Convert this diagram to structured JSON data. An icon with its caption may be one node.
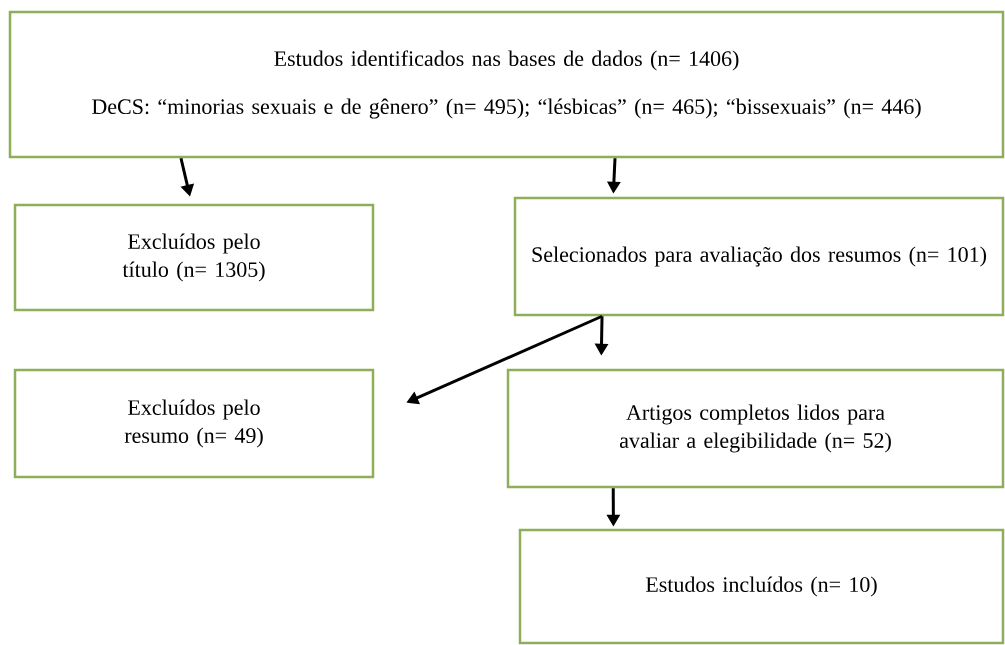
{
  "diagram": {
    "nodes": [
      {
        "text": [
          "Estudos identificados nas bases de dados (n= 1406)",
          "DeCS: “minorias sexuais e de gênero” (n= 495); “lésbicas” (n= 465); “bissexuais” (n= 446)"
        ]
      },
      {
        "text": [
          "Excluídos pelo título (n= 1305)"
        ]
      },
      {
        "text": [
          "Selecionados para avaliação dos resumos (n= 101)"
        ]
      },
      {
        "text": [
          "Excluídos pelo resumo (n= 49)"
        ]
      },
      {
        "text": [
          "Artigos completos lidos para avaliar a elegibilidade (n= 52)"
        ]
      },
      {
        "text": [
          "Estudos incluídos (n= 10)"
        ]
      }
    ],
    "edges": [
      {
        "from": 0,
        "to": 1,
        "arrow": "to"
      },
      {
        "from": 0,
        "to": 2,
        "arrow": "to"
      },
      {
        "from": 2,
        "to": 3,
        "arrow": "to"
      },
      {
        "from": 2,
        "to": 4,
        "arrow": "to"
      },
      {
        "from": 4,
        "to": 5,
        "arrow": "to"
      }
    ]
  }
}
